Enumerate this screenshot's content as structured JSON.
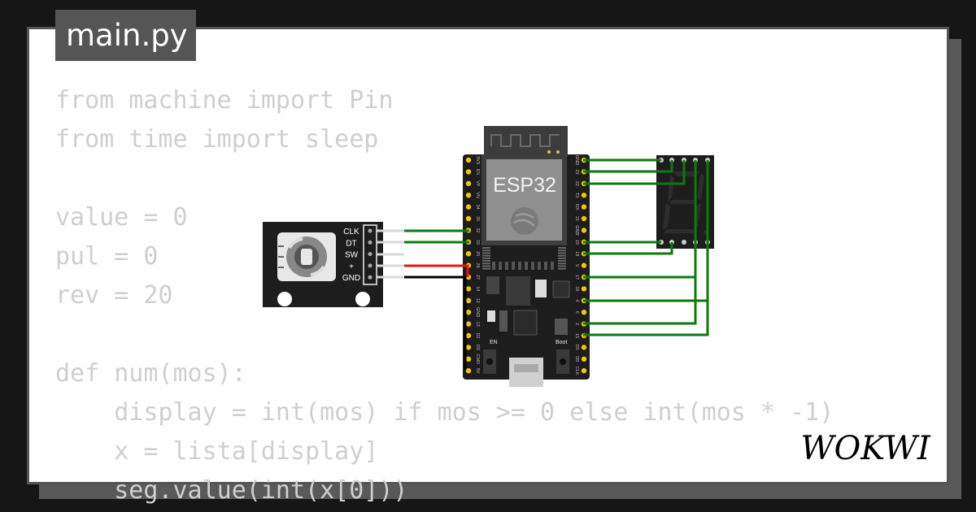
{
  "file_tab": {
    "label": "main.py"
  },
  "code_lines": [
    "from machine import Pin",
    "from time import sleep",
    "",
    "value = 0",
    "pul = 0",
    "rev = 20",
    "",
    "def num(mos):",
    "    display = int(mos) if mos >= 0 else int(mos * -1)",
    "    x = lista[display]",
    "    seg.value(int(x[0]))"
  ],
  "encoder": {
    "pins": [
      "CLK",
      "DT",
      "SW",
      "+",
      "GND"
    ]
  },
  "esp32": {
    "label": "ESP32",
    "left_pins": [
      "3V3",
      "EN",
      "VP",
      "VN",
      "34",
      "35",
      "32",
      "33",
      "25",
      "26",
      "27",
      "14",
      "12",
      "GND",
      "13",
      "D2",
      "D3",
      "CMD",
      "5V"
    ],
    "right_pins": [
      "GND",
      "23",
      "22",
      "TX",
      "RX",
      "21",
      "GND",
      "19",
      "18",
      "5",
      "17",
      "16",
      "4",
      "0",
      "2",
      "15",
      "D1",
      "D0",
      "CLK"
    ],
    "buttons": [
      "EN",
      "Boot"
    ]
  },
  "brand": {
    "name": "WOKWI"
  },
  "colors": {
    "background": "#161616",
    "card": "#ffffff",
    "tab": "#555555",
    "code_text": "#cfcfcf",
    "wire_green": "#0c7a0c",
    "wire_red": "#e81414",
    "wire_black": "#000000",
    "board": "#1d1d1d"
  }
}
